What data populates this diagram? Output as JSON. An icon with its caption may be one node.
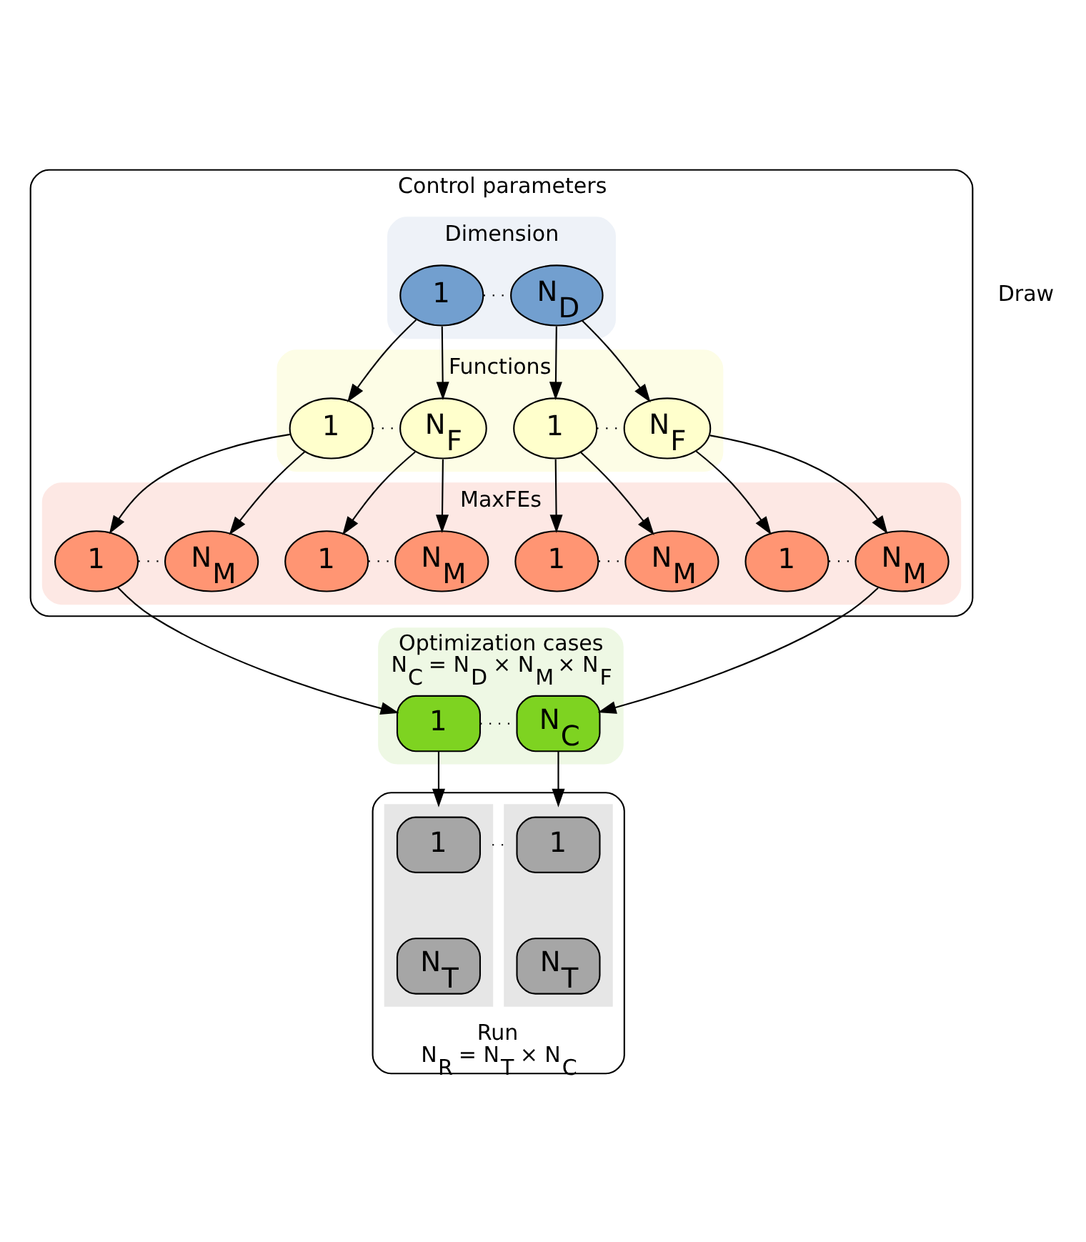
{
  "diagram": {
    "nodes": [
      {
        "text": [
          "Control parameters"
        ]
      },
      {
        "text": [
          "Dimension"
        ],
        "in": 0
      },
      {
        "text": [
          "1"
        ],
        "in": 1
      },
      {
        "text": [
          "N$_{D}$"
        ],
        "in": 1
      },
      {
        "text": [
          "Functions"
        ],
        "in": 0
      },
      {
        "text": [
          "1"
        ],
        "in": 4
      },
      {
        "text": [
          "N$_{F}$"
        ],
        "in": 4
      },
      {
        "text": [
          "1"
        ],
        "in": 4
      },
      {
        "text": [
          "N$_{F}$"
        ],
        "in": 4
      },
      {
        "text": [
          "MaxFEs"
        ],
        "in": 0
      },
      {
        "text": [
          "1"
        ],
        "in": 9
      },
      {
        "text": [
          "N$_{M}$"
        ],
        "in": 9
      },
      {
        "text": [
          "1"
        ],
        "in": 9
      },
      {
        "text": [
          "N$_{M}$"
        ],
        "in": 9
      },
      {
        "text": [
          "1"
        ],
        "in": 9
      },
      {
        "text": [
          "N$_{M}$"
        ],
        "in": 9
      },
      {
        "text": [
          "1"
        ],
        "in": 9
      },
      {
        "text": [
          "N$_{M}$"
        ],
        "in": 9
      },
      {
        "text": [
          "Optimization cases",
          "N$_{C}$ = N$_{D}$ × N$_{M}$ × N$_{F}$"
        ]
      },
      {
        "text": [
          "1"
        ],
        "in": 18
      },
      {
        "text": [
          "N$_{C}$"
        ],
        "in": 18
      },
      {
        "text": [
          "Run",
          "N$_{R}$ = N$_{T}$ × N$_{C}$"
        ]
      },
      {
        "text": [],
        "shape": "bar",
        "in": 21
      },
      {
        "text": [
          "1"
        ],
        "in": 22
      },
      {
        "text": [
          "N$_{T}$"
        ],
        "in": 22
      },
      {
        "text": [],
        "shape": "bar",
        "in": 21
      },
      {
        "text": [
          "1"
        ],
        "in": 25
      },
      {
        "text": [
          "N$_{T}$"
        ],
        "in": 25
      }
    ],
    "edges": [
      {
        "from": 2,
        "to": 3,
        "arrow": "none",
        "style": "dashed"
      },
      {
        "from": 2,
        "to": 5,
        "arrow": "to"
      },
      {
        "from": 2,
        "to": 6,
        "arrow": "to"
      },
      {
        "from": 3,
        "to": 7,
        "arrow": "to"
      },
      {
        "from": 3,
        "to": 8,
        "arrow": "to"
      },
      {
        "from": 5,
        "to": 6,
        "arrow": "none",
        "style": "dashed"
      },
      {
        "from": 7,
        "to": 8,
        "arrow": "none",
        "style": "dashed"
      },
      {
        "from": 5,
        "to": 10,
        "arrow": "to"
      },
      {
        "from": 5,
        "to": 11,
        "arrow": "to"
      },
      {
        "from": 6,
        "to": 12,
        "arrow": "to"
      },
      {
        "from": 6,
        "to": 13,
        "arrow": "to"
      },
      {
        "from": 7,
        "to": 14,
        "arrow": "to"
      },
      {
        "from": 7,
        "to": 15,
        "arrow": "to"
      },
      {
        "from": 8,
        "to": 16,
        "arrow": "to"
      },
      {
        "from": 8,
        "to": 17,
        "arrow": "to"
      },
      {
        "from": 10,
        "to": 11,
        "arrow": "none",
        "style": "dashed"
      },
      {
        "from": 12,
        "to": 13,
        "arrow": "none",
        "style": "dashed"
      },
      {
        "from": 14,
        "to": 15,
        "arrow": "none",
        "style": "dashed"
      },
      {
        "from": 16,
        "to": 17,
        "arrow": "none",
        "style": "dashed"
      },
      {
        "from": 10,
        "to": 19,
        "arrow": "to"
      },
      {
        "from": 17,
        "to": 20,
        "arrow": "to"
      },
      {
        "from": 19,
        "to": 20,
        "arrow": "none",
        "style": "dashed"
      },
      {
        "from": 19,
        "to": 22,
        "arrow": "to"
      },
      {
        "from": 20,
        "to": 25,
        "arrow": "to"
      },
      {
        "from": 22,
        "to": 25,
        "arrow": "none",
        "style": "dashed"
      }
    ],
    "labels": [
      "Draw"
    ]
  }
}
